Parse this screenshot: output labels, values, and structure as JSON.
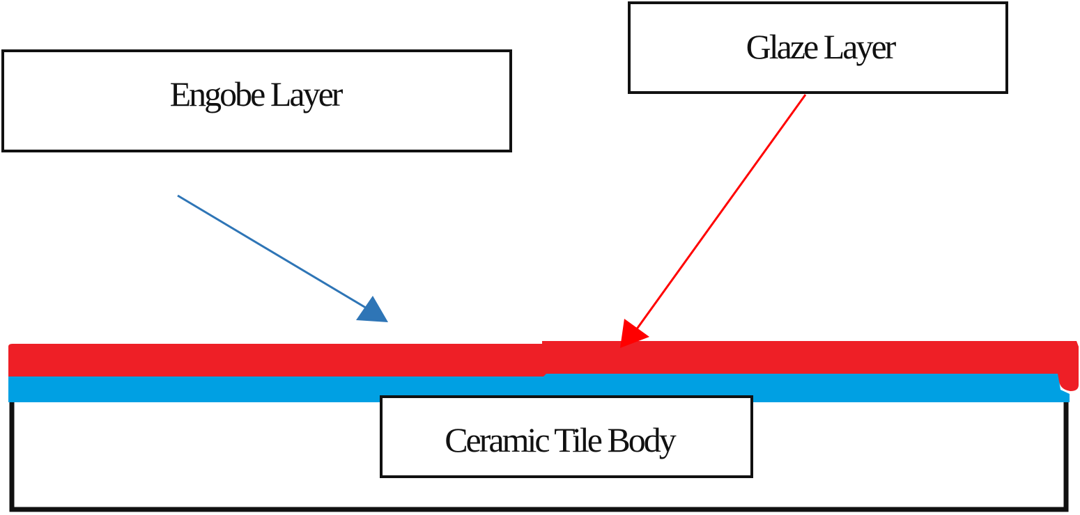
{
  "labels": {
    "engobe": "Engobe Layer",
    "glaze": "Glaze Layer",
    "body": "Ceramic Tile Body"
  },
  "colors": {
    "glaze_layer": "#ee1f26",
    "engobe_layer": "#00a0e3",
    "engobe_arrow": "#2e75b6",
    "glaze_arrow": "#ff0000",
    "outline": "#111111"
  }
}
